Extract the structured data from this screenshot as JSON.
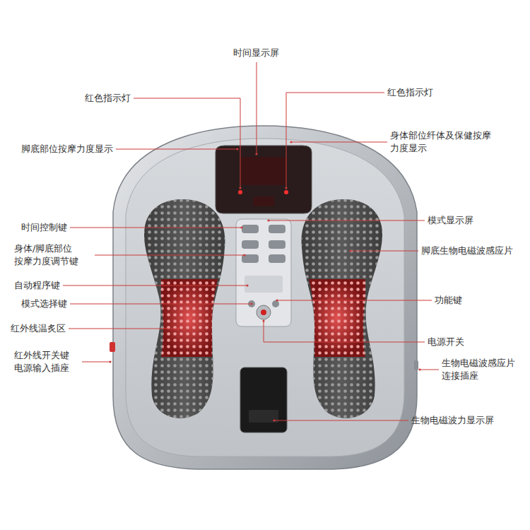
{
  "diagram": {
    "labels": [
      "时间显示屏",
      "红色指示灯",
      "红色指示灯",
      "脚底部位按摩力度显示",
      "身体部位纤体及保健按摩 力度显示",
      "模式显示屏",
      "时间控制键",
      "身体/脚底部位 按摩力度调节键",
      "脚底生物电磁波感应片",
      "自动程序键",
      "模式选择键",
      "功能键",
      "红外线温炙区",
      "电源开关",
      "红外线开关键 电源输入插座",
      "生物电磁波感应片 连接插座",
      "生物电磁波力显示屏"
    ]
  }
}
